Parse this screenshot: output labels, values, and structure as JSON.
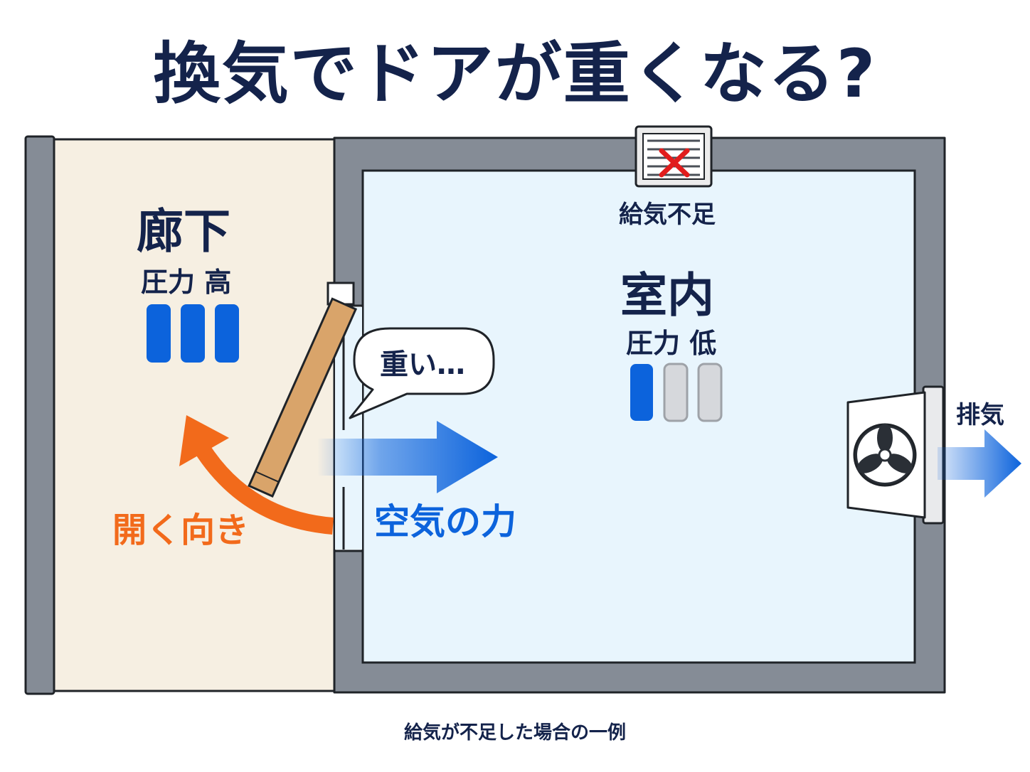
{
  "title": "換気でドアが重くなる?",
  "hallway": {
    "label": "廊下",
    "pressure_label": "圧力 高",
    "pressure_level": 3,
    "pressure_max": 3
  },
  "room": {
    "label": "室内",
    "pressure_label": "圧力 低",
    "pressure_level": 1,
    "pressure_max": 3
  },
  "supply_vent": {
    "label": "給気不足",
    "icon": "blocked-vent-icon"
  },
  "exhaust": {
    "label": "排気",
    "icon": "exhaust-fan-icon"
  },
  "door_speech": "重い…",
  "air_force_label": "空気の力",
  "open_direction_label": "開く向き",
  "caption": "給気が不足した場合の一例",
  "colors": {
    "title": "#14234b",
    "hallway_fill": "#f6efe2",
    "room_fill": "#e8f5fd",
    "wall": "#858c96",
    "outline": "#1f2328",
    "pressure_on": "#0c63dc",
    "pressure_off": "#d6d8dc",
    "air_arrow": "#0c63dc",
    "open_arrow": "#f26a1b",
    "door": "#d9a46a",
    "blocked_mark": "#e11d1d"
  }
}
